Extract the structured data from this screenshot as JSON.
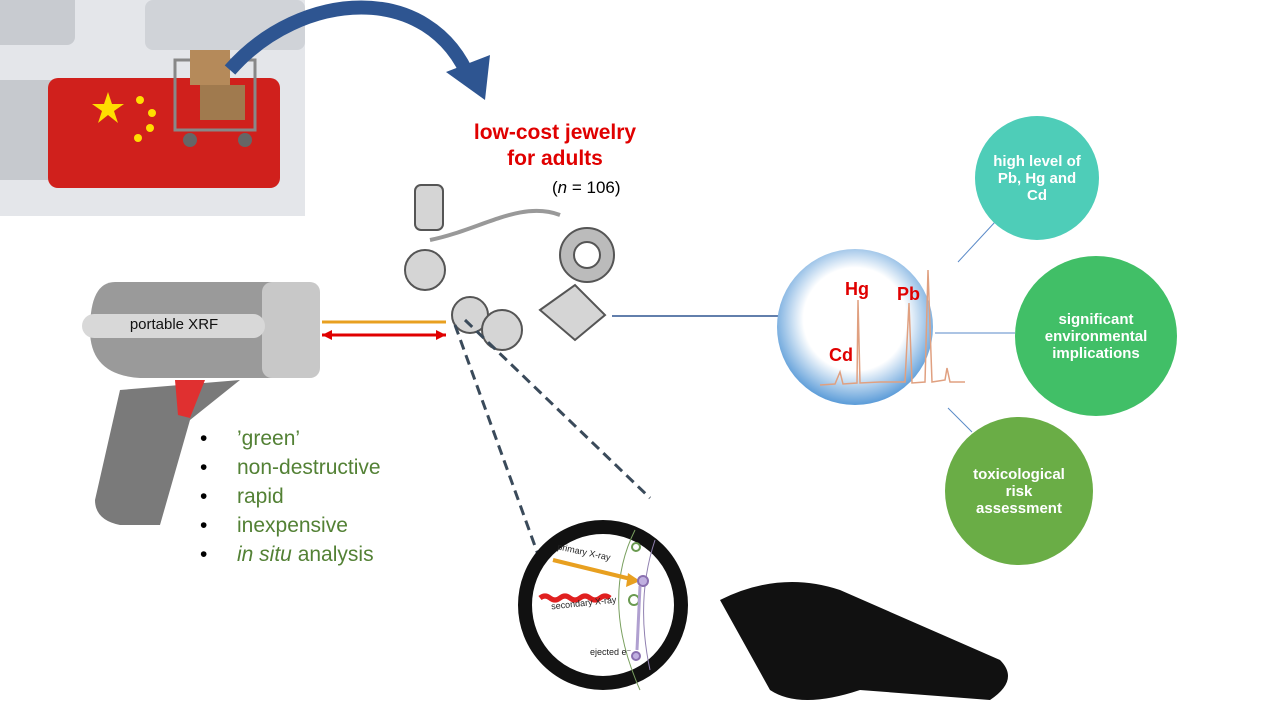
{
  "title_line1": "low-cost jewelry",
  "title_line2": "for adults",
  "sample_size_prefix": "n",
  "sample_size_suffix": " = 106",
  "device_label": "portable XRF",
  "features": [
    "’green’",
    "non-destructive",
    "rapid",
    "inexpensive"
  ],
  "feature_last_italic": "in situ",
  "feature_last_rest": " analysis",
  "spectrum": {
    "peaks": [
      "Hg",
      "Pb",
      "Cd"
    ]
  },
  "outcomes": [
    {
      "label": "high level of Pb, Hg and Cd",
      "color": "#4ecdb8"
    },
    {
      "label": "significant environmental implications",
      "color": "#41bf67"
    },
    {
      "label": "toxicological risk assessment",
      "color": "#6aad46"
    }
  ],
  "magnifier": {
    "primary": "primary X-ray",
    "secondary": "secondary X-ray",
    "ejected": "ejected e⁻"
  },
  "colors": {
    "title": "#e00000",
    "features": "#538135",
    "arrow": "#2e5591"
  }
}
